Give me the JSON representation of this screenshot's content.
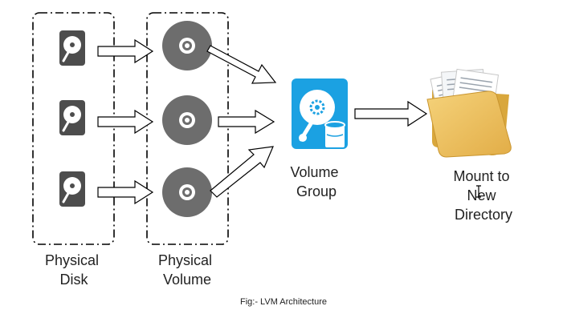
{
  "labels": {
    "physical_disk": [
      "Physical",
      "Disk"
    ],
    "physical_volume": [
      "Physical",
      "Volume"
    ],
    "volume_group": [
      "Volume",
      "Group"
    ],
    "mount": [
      "Mount to",
      "New",
      "Directory"
    ]
  },
  "caption": "Fig:- LVM Architecture",
  "colors": {
    "disk_dark": "#4d4d4d",
    "volume_disc": "#6d6d6d",
    "volume_group_blue": "#1ba1e2",
    "folder_yellow": "#f0c45c",
    "folder_shadow": "#d9a73c",
    "line": "#000000"
  },
  "icons": {
    "physical_disk": "hard-drive-icon",
    "physical_volume": "disc-icon",
    "volume_group": "storage-group-icon",
    "mount": "open-folder-icon"
  }
}
